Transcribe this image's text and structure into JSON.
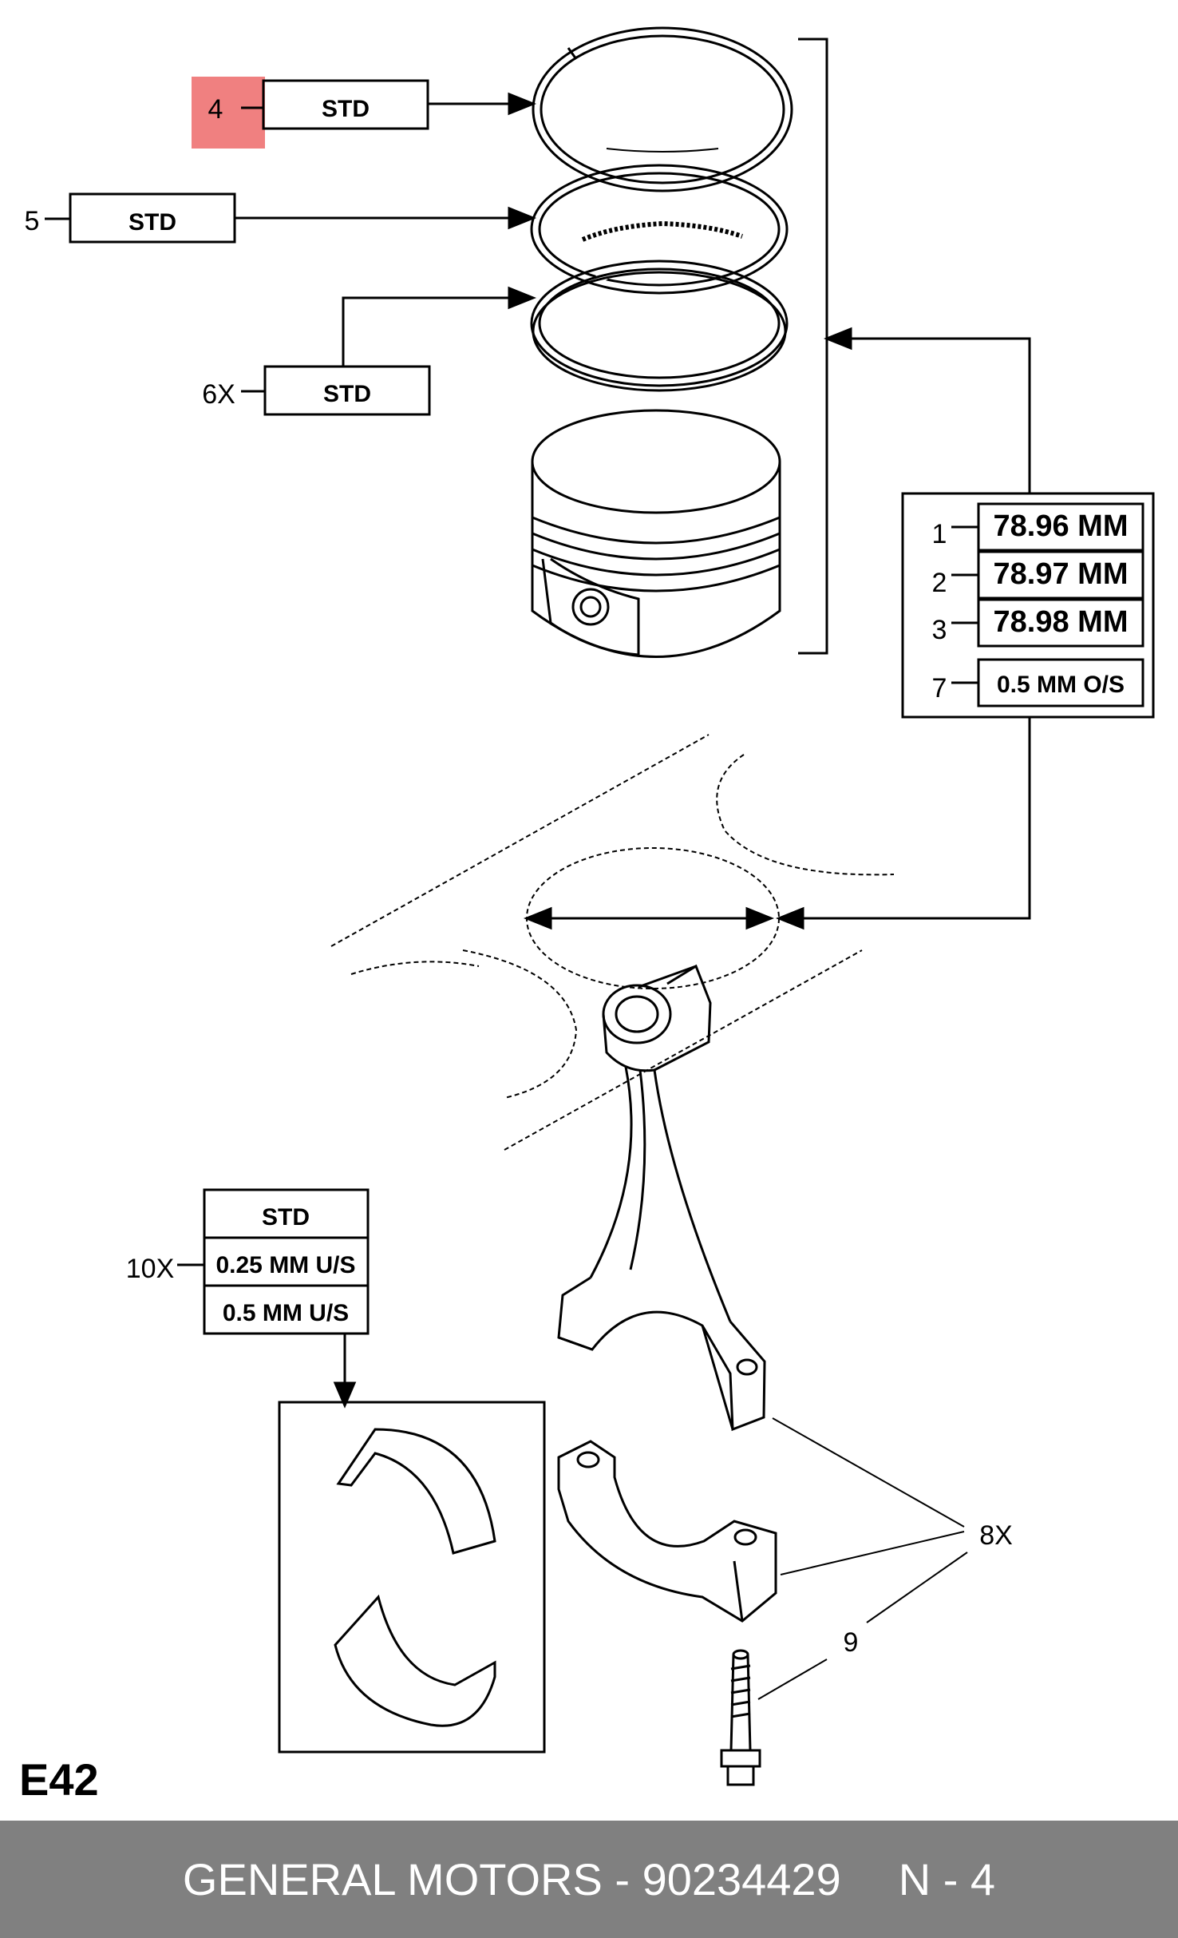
{
  "callouts": {
    "c4": "4",
    "c5": "5",
    "c6": "6X",
    "c1": "1",
    "c2": "2",
    "c3": "3",
    "c7": "7",
    "c10": "10X",
    "c8": "8X",
    "c9": "9"
  },
  "ring_sizes": {
    "top": "STD",
    "second": "STD",
    "oil": "STD"
  },
  "piston_sizes": [
    "78.96 MM",
    "78.97 MM",
    "78.98 MM",
    "0.5 MM O/S"
  ],
  "bearing_sizes": [
    "STD",
    "0.25 MM U/S",
    "0.5 MM U/S"
  ],
  "diagram_code": "E42",
  "footer": {
    "part_text": "GENERAL MOTORS - 90234429",
    "index_text": "N - 4"
  },
  "colors": {
    "highlight": "#f08080",
    "footer_bg": "#808080"
  }
}
